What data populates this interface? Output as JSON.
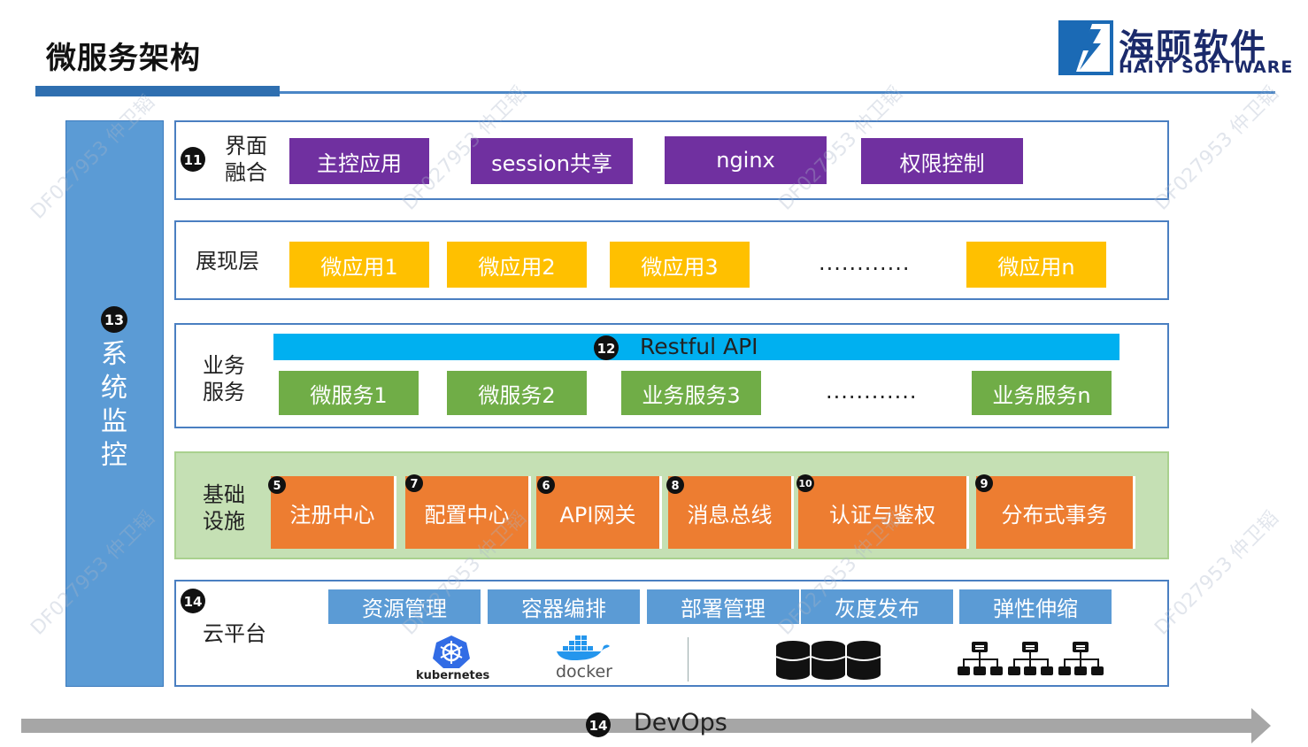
{
  "header": {
    "title": "微服务架构",
    "logo": {
      "cn": "海颐软件",
      "en": "HAIYI SOFTWARE",
      "colors": {
        "blue": "#1b6ab5",
        "navy": "#1b2a6b"
      }
    }
  },
  "side_panel": {
    "number": "13",
    "label": "系\n统\n监\n控"
  },
  "layers": {
    "ui": {
      "number": "11",
      "label": "界面\n融合",
      "items": [
        "主控应用",
        "session共享",
        "nginx",
        "权限控制"
      ]
    },
    "presentation": {
      "label": "展现层",
      "items": [
        "微应用1",
        "微应用2",
        "微应用3",
        "微应用n"
      ],
      "ellipsis": "............"
    },
    "business": {
      "label": "业务\n服务",
      "api_number": "12",
      "api_label": "Restful API",
      "items": [
        "微服务1",
        "微服务2",
        "业务服务3",
        "业务服务n"
      ],
      "ellipsis": "............"
    },
    "infra": {
      "label": "基础\n设施",
      "items": [
        {
          "num": "5",
          "label": "注册中心"
        },
        {
          "num": "7",
          "label": "配置中心"
        },
        {
          "num": "6",
          "label": "API网关"
        },
        {
          "num": "8",
          "label": "消息总线"
        },
        {
          "num": "10",
          "label": "认证与鉴权"
        },
        {
          "num": "9",
          "label": "分布式事务"
        }
      ]
    },
    "cloud": {
      "number": "14",
      "label": "云平台",
      "items": [
        "资源管理",
        "容器编排",
        "部署管理",
        "灰度发布",
        "弹性伸缩"
      ],
      "kubernetes_label": "kubernetes",
      "docker_label": "docker"
    }
  },
  "footer": {
    "number": "14",
    "label": "DevOps"
  },
  "colors": {
    "purple": "#7030a0",
    "yellow": "#ffc000",
    "green": "#70ad47",
    "orange": "#ed7d31",
    "blue": "#5b9bd5",
    "cyan": "#00b0f0",
    "infra_bg": "#c5e0b4"
  },
  "watermark": "DF027953 仲卫韬"
}
